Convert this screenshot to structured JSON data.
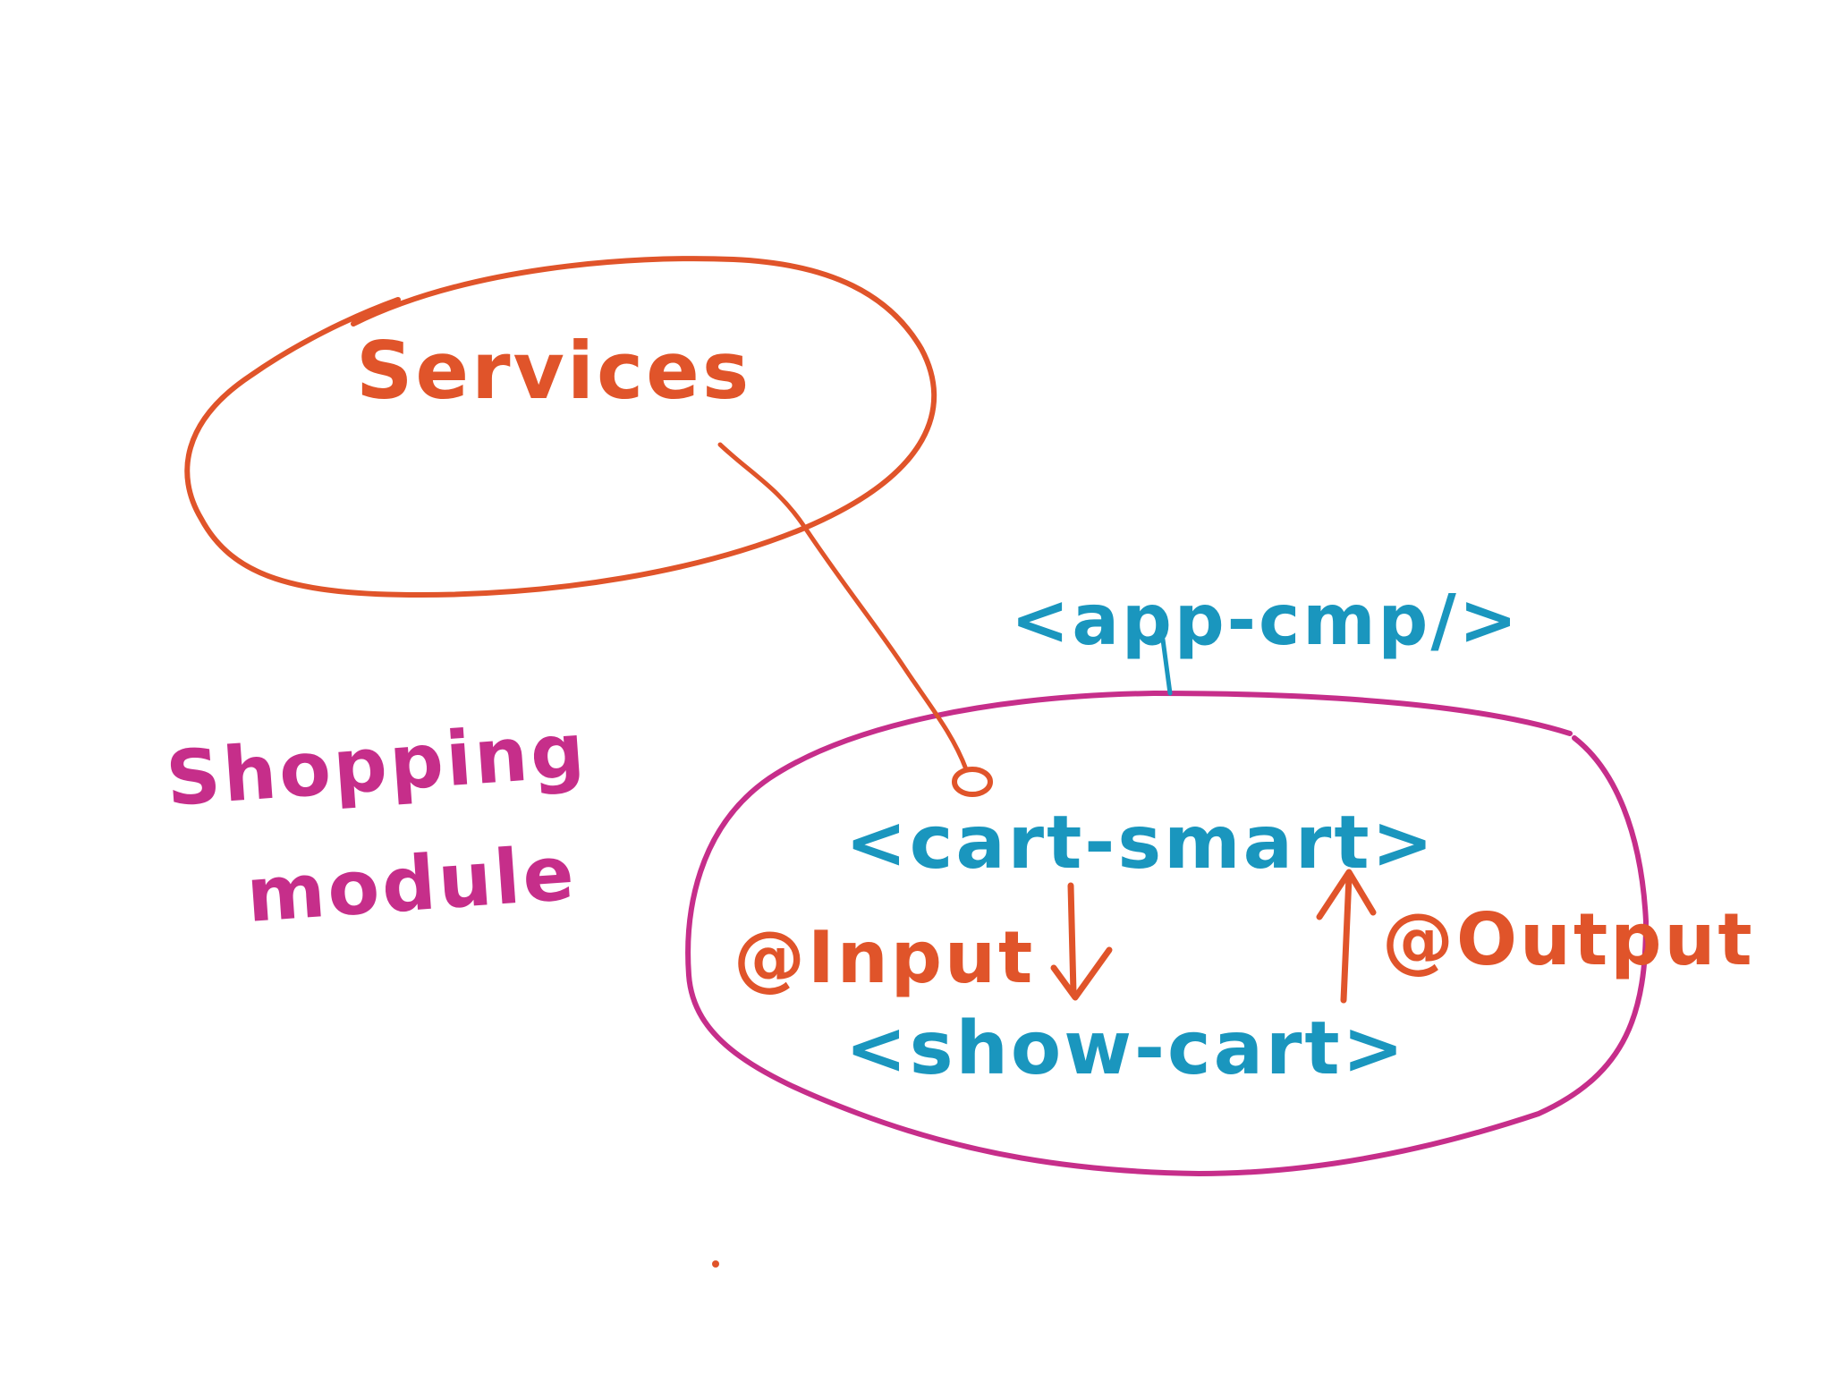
{
  "colors": {
    "services": "#e0542a",
    "module": "#c62e8a",
    "component": "#1a96be",
    "decorator": "#e0542a",
    "background": "#ffffff"
  },
  "labels": {
    "services": "Services",
    "module": [
      "Shopping",
      "module"
    ],
    "app_cmp": "<app-cmp/>",
    "cart_smart": "<cart-smart>",
    "show_cart": "<show-cart>",
    "input": "@Input",
    "output": "@Output"
  },
  "arrows": {
    "input_direction": "down",
    "output_direction": "up"
  }
}
